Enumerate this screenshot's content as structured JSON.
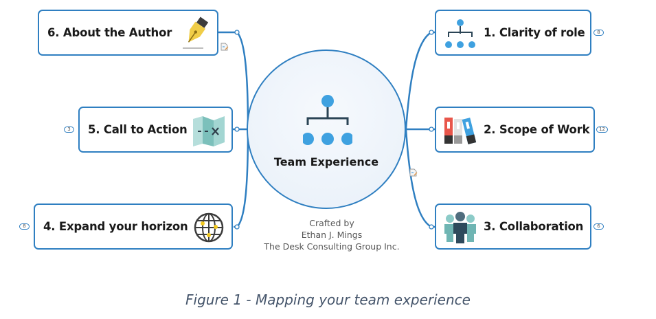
{
  "diagram": {
    "central_topic": "Team Experience",
    "central_icon": "org-chart-icon",
    "credits": [
      "Crafted by",
      "Ethan J. Mings",
      "The Desk Consulting Group Inc."
    ],
    "caption": "Figure 1 - Mapping your team experience",
    "colors": {
      "border": "#2f7fc1",
      "caption": "#44546a"
    },
    "topics": [
      {
        "id": 1,
        "label": "1. Clarity of role",
        "icon": "org-chart-icon",
        "count": "8",
        "side": "right"
      },
      {
        "id": 2,
        "label": "2. Scope of Work",
        "icon": "binders-icon",
        "count": "12",
        "side": "right"
      },
      {
        "id": 3,
        "label": "3. Collaboration",
        "icon": "team-people-icon",
        "count": "6",
        "side": "right"
      },
      {
        "id": 4,
        "label": "4. Expand your horizon",
        "icon": "globe-icon",
        "count": "8",
        "side": "left"
      },
      {
        "id": 5,
        "label": "5. Call to Action",
        "icon": "treasure-map-icon",
        "count": "3",
        "side": "left"
      },
      {
        "id": 6,
        "label": "6. About the Author",
        "icon": "fountain-pen-icon",
        "count": null,
        "side": "left"
      }
    ]
  }
}
